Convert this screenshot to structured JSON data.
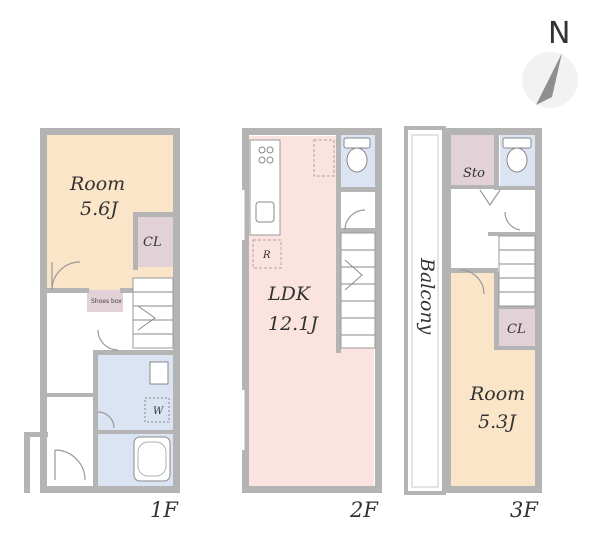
{
  "compass": {
    "label": "N"
  },
  "floors": {
    "f1": {
      "label": "1F",
      "room": {
        "name": "Room",
        "size": "5.6J"
      },
      "closet": "CL",
      "shoes_box": "Shoes box",
      "washer": "W"
    },
    "f2": {
      "label": "2F",
      "ldk": {
        "name": "LDK",
        "size": "12.1J"
      },
      "fridge": "R"
    },
    "f3": {
      "label": "3F",
      "balcony": "Balcony",
      "storage": "Sto",
      "closet": "CL",
      "room": {
        "name": "Room",
        "size": "5.3J"
      }
    }
  },
  "colors": {
    "room_orange": "#fbe5c8",
    "ldk_pink": "#fbe3df",
    "closet_mauve": "#e2d2d8",
    "wet_blue": "#dbe4f2",
    "walls": "#b4b4b4"
  }
}
